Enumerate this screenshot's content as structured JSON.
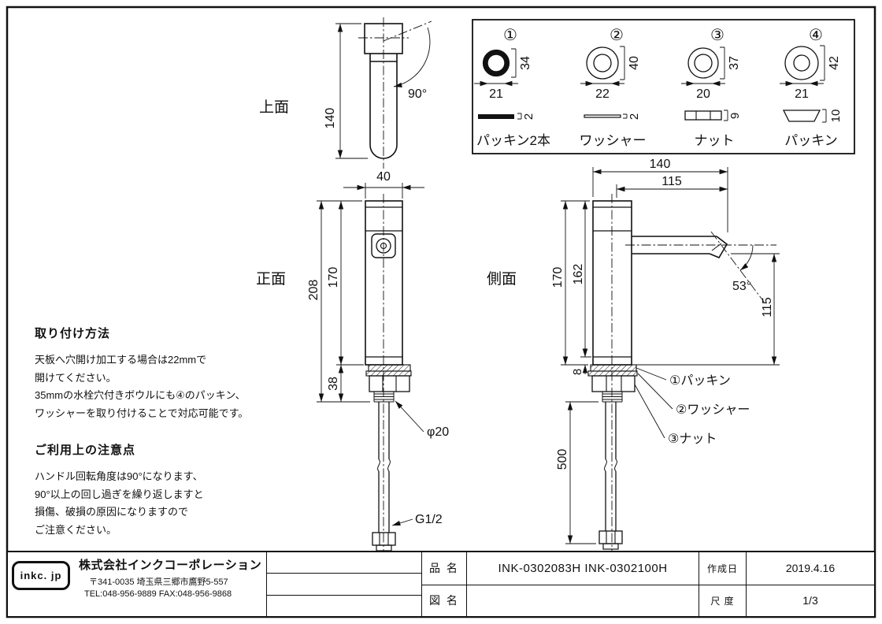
{
  "sheet": {
    "views": {
      "top": {
        "label": "上面",
        "dim_height": "140",
        "dim_angle": "90°"
      },
      "front": {
        "label": "正面",
        "dim_width": "40",
        "dim_total_height": "208",
        "dim_body_height": "170",
        "dim_under_counter": "38",
        "dim_shank_dia": "φ20",
        "dim_thread": "G1/2"
      },
      "side": {
        "label": "側面",
        "dim_reach_total": "140",
        "dim_reach_spout": "115",
        "dim_height_total": "170",
        "dim_height_upper": "162",
        "dim_base": "8",
        "dim_angle": "53°",
        "dim_drop": "115",
        "dim_hose_length": "500",
        "callouts": [
          "①パッキン",
          "②ワッシャー",
          "③ナット"
        ]
      }
    },
    "parts": [
      {
        "num": "①",
        "name": "パッキン2本",
        "inner": "21",
        "outer": "34",
        "thick": "2"
      },
      {
        "num": "②",
        "name": "ワッシャー",
        "inner": "22",
        "outer": "40",
        "thick": "2"
      },
      {
        "num": "③",
        "name": "ナット",
        "inner": "20",
        "outer": "37",
        "thick": "9"
      },
      {
        "num": "④",
        "name": "パッキン",
        "inner": "21",
        "outer": "42",
        "thick": "10"
      }
    ],
    "notes": {
      "install_title": "取り付け方法",
      "install_lines": [
        "天板へ穴開け加工する場合は22mmで",
        "開けてください。",
        "35mmの水栓穴付きボウルにも④のパッキン、",
        "ワッシャーを取り付けることで対応可能です。"
      ],
      "caution_title": "ご利用上の注意点",
      "caution_lines": [
        "ハンドル回転角度は90°になります、",
        "90°以上の回し過ぎを繰り返しますと",
        "損傷、破損の原因になりますので",
        "ご注意ください。"
      ]
    },
    "titleblock": {
      "logo": "inkc. jp",
      "company": "株式会社インクコーポレーション",
      "address": "〒341-0035 埼玉県三郷市鷹野5-557",
      "telfax": "TEL:048-956-9889  FAX:048-956-9868",
      "product_label": "品 名",
      "product_value": "INK-0302083H  INK-0302100H",
      "drawing_label": "図 名",
      "drawing_value": "",
      "date_label": "作成日",
      "date_value": "2019.4.16",
      "scale_label": "尺 度",
      "scale_value": "1/3"
    }
  }
}
